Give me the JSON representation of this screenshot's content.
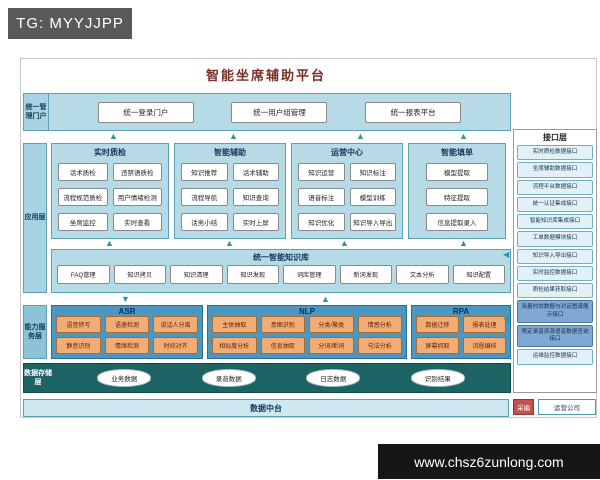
{
  "badges": {
    "tg": "TG: MYYJJPP",
    "site": "www.chsz6zunlong.com"
  },
  "icons": {
    "up_arrow": "▲",
    "down_arrow": "▼",
    "left_arrow": "◀"
  },
  "colors": {
    "layer_blue": "#b6dbe7",
    "panel_blue": "#4b97c0",
    "capability_orange": "#f2ad74",
    "storage_teal": "#1d6363",
    "arrow_teal": "#2b93ab",
    "highlight_blue": "#7fa9d2",
    "badge_red": "#c0504d",
    "title_red": "#7a2f23"
  },
  "title": "智能坐席辅助平台",
  "portal": {
    "label": "统一管理门户",
    "items": [
      "统一登录门户",
      "统一用户组管理",
      "统一报表平台"
    ]
  },
  "app_layer": {
    "label": "应用层",
    "groups": [
      {
        "title": "实时质检",
        "items": [
          "话术质检",
          "违禁语质检",
          "流程规范质检",
          "用户情绪检测",
          "坐席监控",
          "实时查看"
        ]
      },
      {
        "title": "智能辅助",
        "items": [
          "知识推荐",
          "话术辅助",
          "流程导航",
          "知识查询",
          "话务小结",
          "实时上屏"
        ]
      },
      {
        "title": "运营中心",
        "items": [
          "知识运营",
          "知识标注",
          "语音标注",
          "模型训练",
          "知识优化",
          "知识导入导出"
        ]
      },
      {
        "title": "智能填单",
        "items": [
          "模型提取",
          "特征提取",
          "信息提取录入"
        ]
      }
    ],
    "knowledge_base": {
      "title": "统一智能知识库",
      "items": [
        "FAQ管理",
        "知识拷贝",
        "知识清理",
        "知识发现",
        "词库管理",
        "新词发现",
        "文本分析",
        "知识配置"
      ]
    }
  },
  "capability_layer": {
    "label": "能力服务层",
    "panels": [
      {
        "name": "ASR",
        "items": [
          "语音转写",
          "语速检测",
          "说话人分离",
          "静音识别",
          "情绪检测",
          "时间对齐"
        ]
      },
      {
        "name": "NLP",
        "items": [
          "主体抽取",
          "意图识别",
          "分类/聚类",
          "情感分析",
          "相似度分析",
          "信息抽取",
          "分词/断词",
          "句法分析"
        ]
      },
      {
        "name": "RPA",
        "items": [
          "数据迁移",
          "报表处理",
          "屏幕抓取",
          "流程编排"
        ]
      }
    ]
  },
  "storage_layer": {
    "label": "数据存储层",
    "stores": [
      "业务数据",
      "录音数据",
      "日志数据",
      "识别结果"
    ]
  },
  "data_platform": {
    "label": "数据中台"
  },
  "footer_boxes": {
    "left": "采编",
    "right": "运营公司"
  },
  "interface_layer": {
    "title": "接口层",
    "items": [
      "实时质检数据接口",
      "坐席辅助数据接口",
      "流程平台数据接口",
      "统一认证集成接口",
      "智能知识库集成接口",
      "工单数据模块接口",
      "知识导入导出接口",
      "实时监控数据接口",
      "质检结果获取接口",
      {
        "text": "海量时效数据与对话图谱展示接口",
        "highlighted": true
      },
      {
        "text": "限定录音资源语音数据查询接口",
        "highlighted": true
      },
      "运维监控数据接口"
    ]
  }
}
